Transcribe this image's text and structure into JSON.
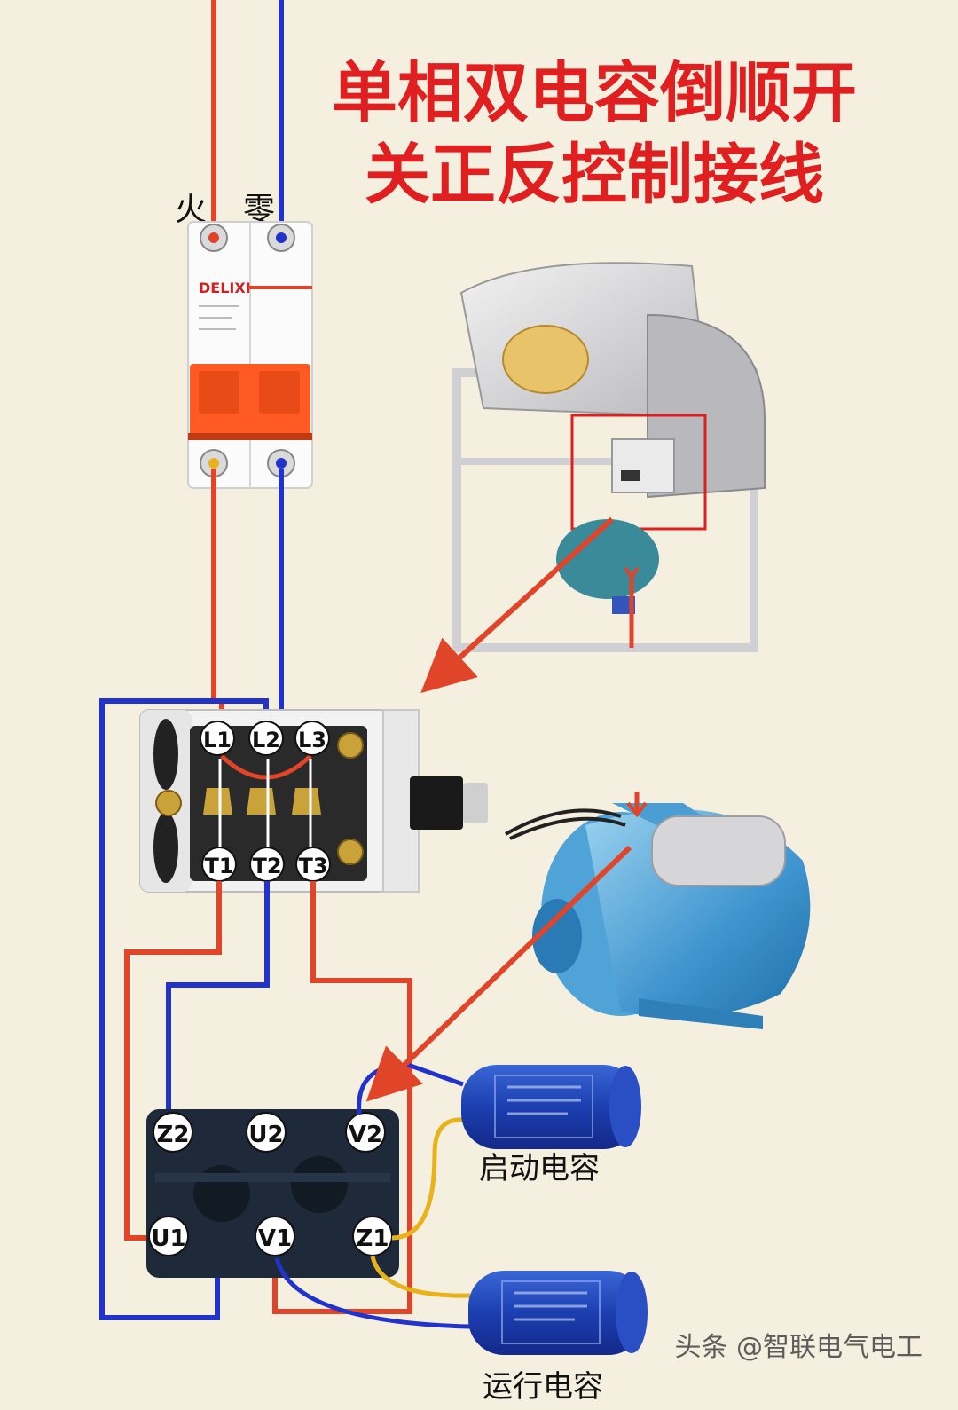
{
  "title": {
    "line1": "单相双电容倒顺开",
    "line2": "关正反控制接线"
  },
  "breaker": {
    "live_label": "火",
    "neutral_label": "零",
    "brand": "DELIXI"
  },
  "switch_terminals": {
    "top": [
      "L1",
      "L2",
      "L3"
    ],
    "bottom": [
      "T1",
      "T2",
      "T3"
    ]
  },
  "motor_terminals": {
    "top": [
      "Z2",
      "U2",
      "V2"
    ],
    "bottom": [
      "U1",
      "V1",
      "Z1"
    ]
  },
  "capacitors": {
    "start_label": "启动电容",
    "run_label": "运行电容"
  },
  "watermark": "头条 @智联电气电工",
  "colors": {
    "background": "#f5efe0",
    "title": "#e02020",
    "live_wire": "#e0452a",
    "neutral_wire": "#2233cc",
    "capacitor_wire": "#e8b21a",
    "arrow": "#e0452a"
  }
}
